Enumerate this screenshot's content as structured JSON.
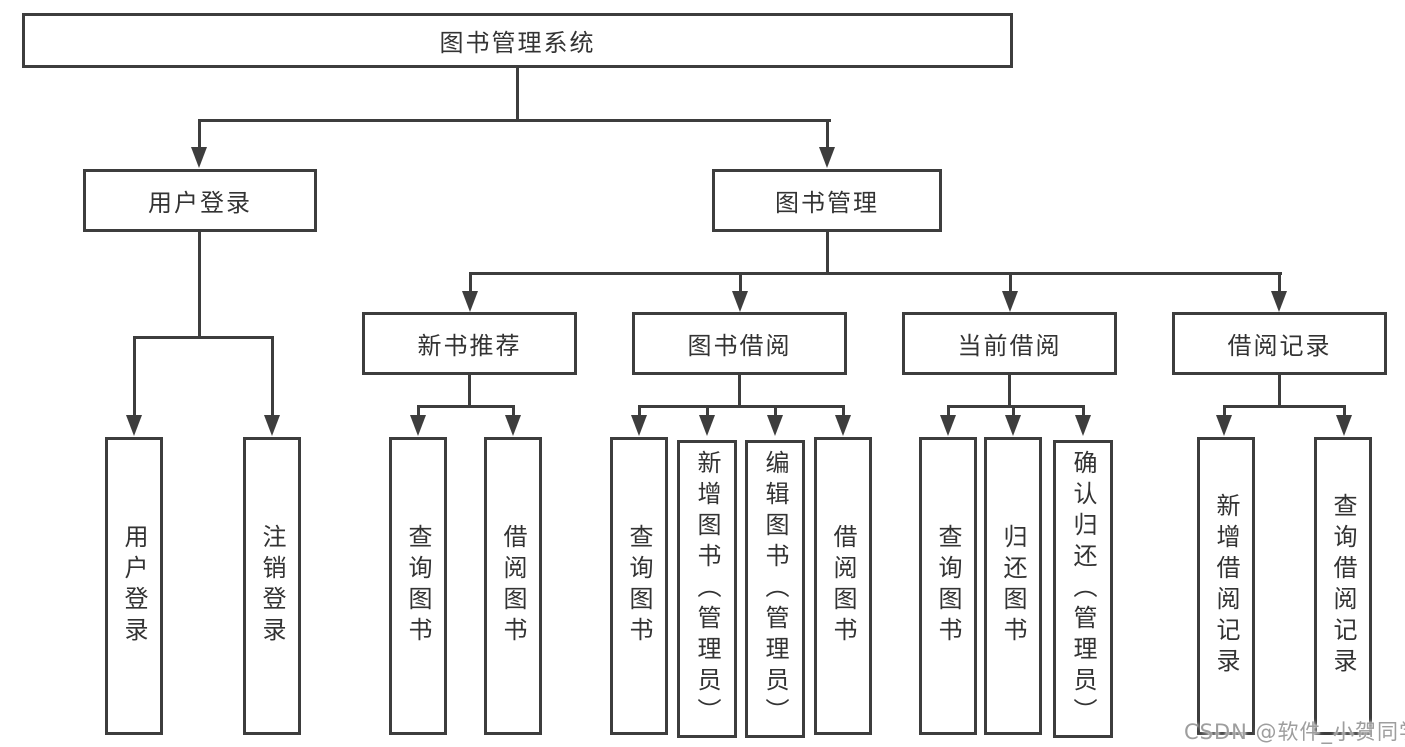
{
  "colors": {
    "background": "#ffffff",
    "line": "#3d3d3d",
    "text": "#333333",
    "watermark": "#9e9e9e"
  },
  "tree": {
    "root": {
      "label": "图书管理系统",
      "children": [
        {
          "label": "用户登录",
          "children": [
            {
              "label": "用户登录"
            },
            {
              "label": "注销登录"
            }
          ]
        },
        {
          "label": "图书管理",
          "children": [
            {
              "label": "新书推荐",
              "children": [
                {
                  "label": "查询图书"
                },
                {
                  "label": "借阅图书"
                }
              ]
            },
            {
              "label": "图书借阅",
              "children": [
                {
                  "label": "查询图书"
                },
                {
                  "label": "新增图书（管理员）"
                },
                {
                  "label": "编辑图书（管理员）"
                },
                {
                  "label": "借阅图书"
                }
              ]
            },
            {
              "label": "当前借阅",
              "children": [
                {
                  "label": "查询图书"
                },
                {
                  "label": "归还图书"
                },
                {
                  "label": "确认归还（管理员）"
                }
              ]
            },
            {
              "label": "借阅记录",
              "children": [
                {
                  "label": "新增借阅记录"
                },
                {
                  "label": "查询借阅记录"
                }
              ]
            }
          ]
        }
      ]
    }
  },
  "watermark": {
    "text": "CSDN @软件_小贺同学"
  }
}
